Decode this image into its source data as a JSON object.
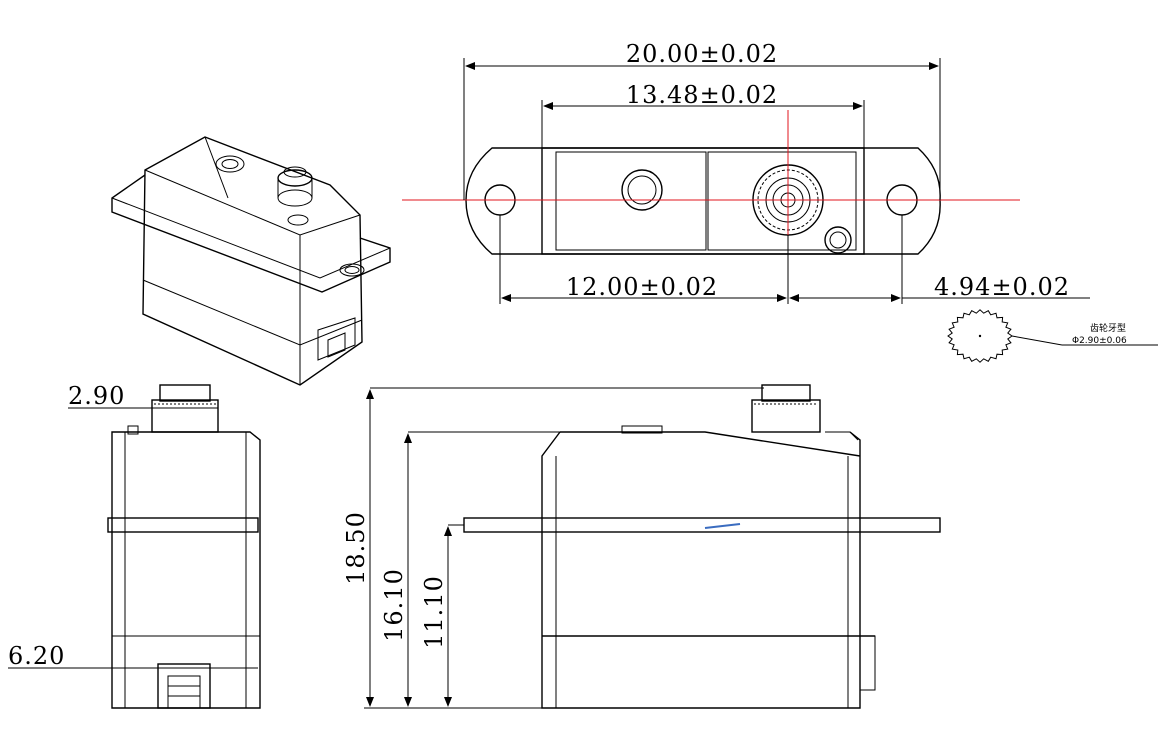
{
  "dimensions": {
    "total_width": "20.00±0.02",
    "body_width": "13.48±0.02",
    "hole_to_shaft": "12.00±0.02",
    "shaft_to_hole": "4.94±0.02",
    "spline_width": "2.90",
    "connector_width": "6.20",
    "total_height": "18.50",
    "body_height": "16.10",
    "mount_height": "11.10"
  },
  "spline_note": {
    "title": "齿轮牙型",
    "spec": "Φ2.90±0.06"
  },
  "colors": {
    "center_line": "#e0141e",
    "marker": "#3a6cc0"
  }
}
